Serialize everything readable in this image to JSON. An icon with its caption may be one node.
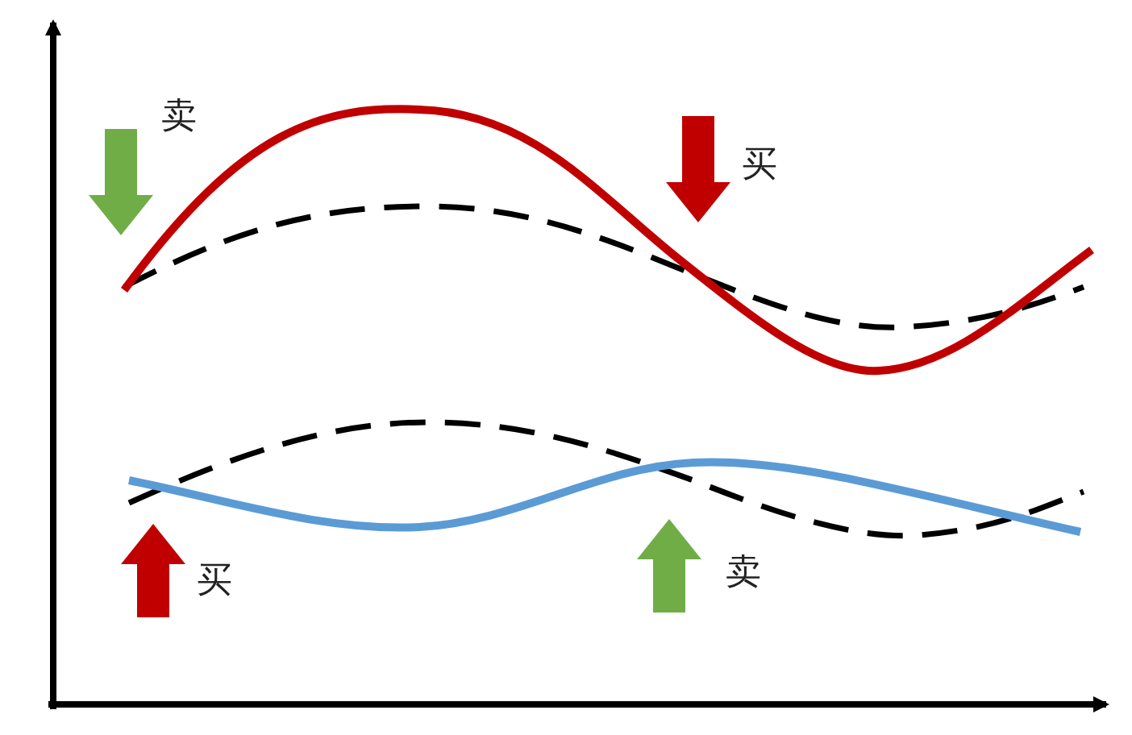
{
  "diagram": {
    "labels": [
      "卖",
      "买",
      "买",
      "卖"
    ]
  }
}
